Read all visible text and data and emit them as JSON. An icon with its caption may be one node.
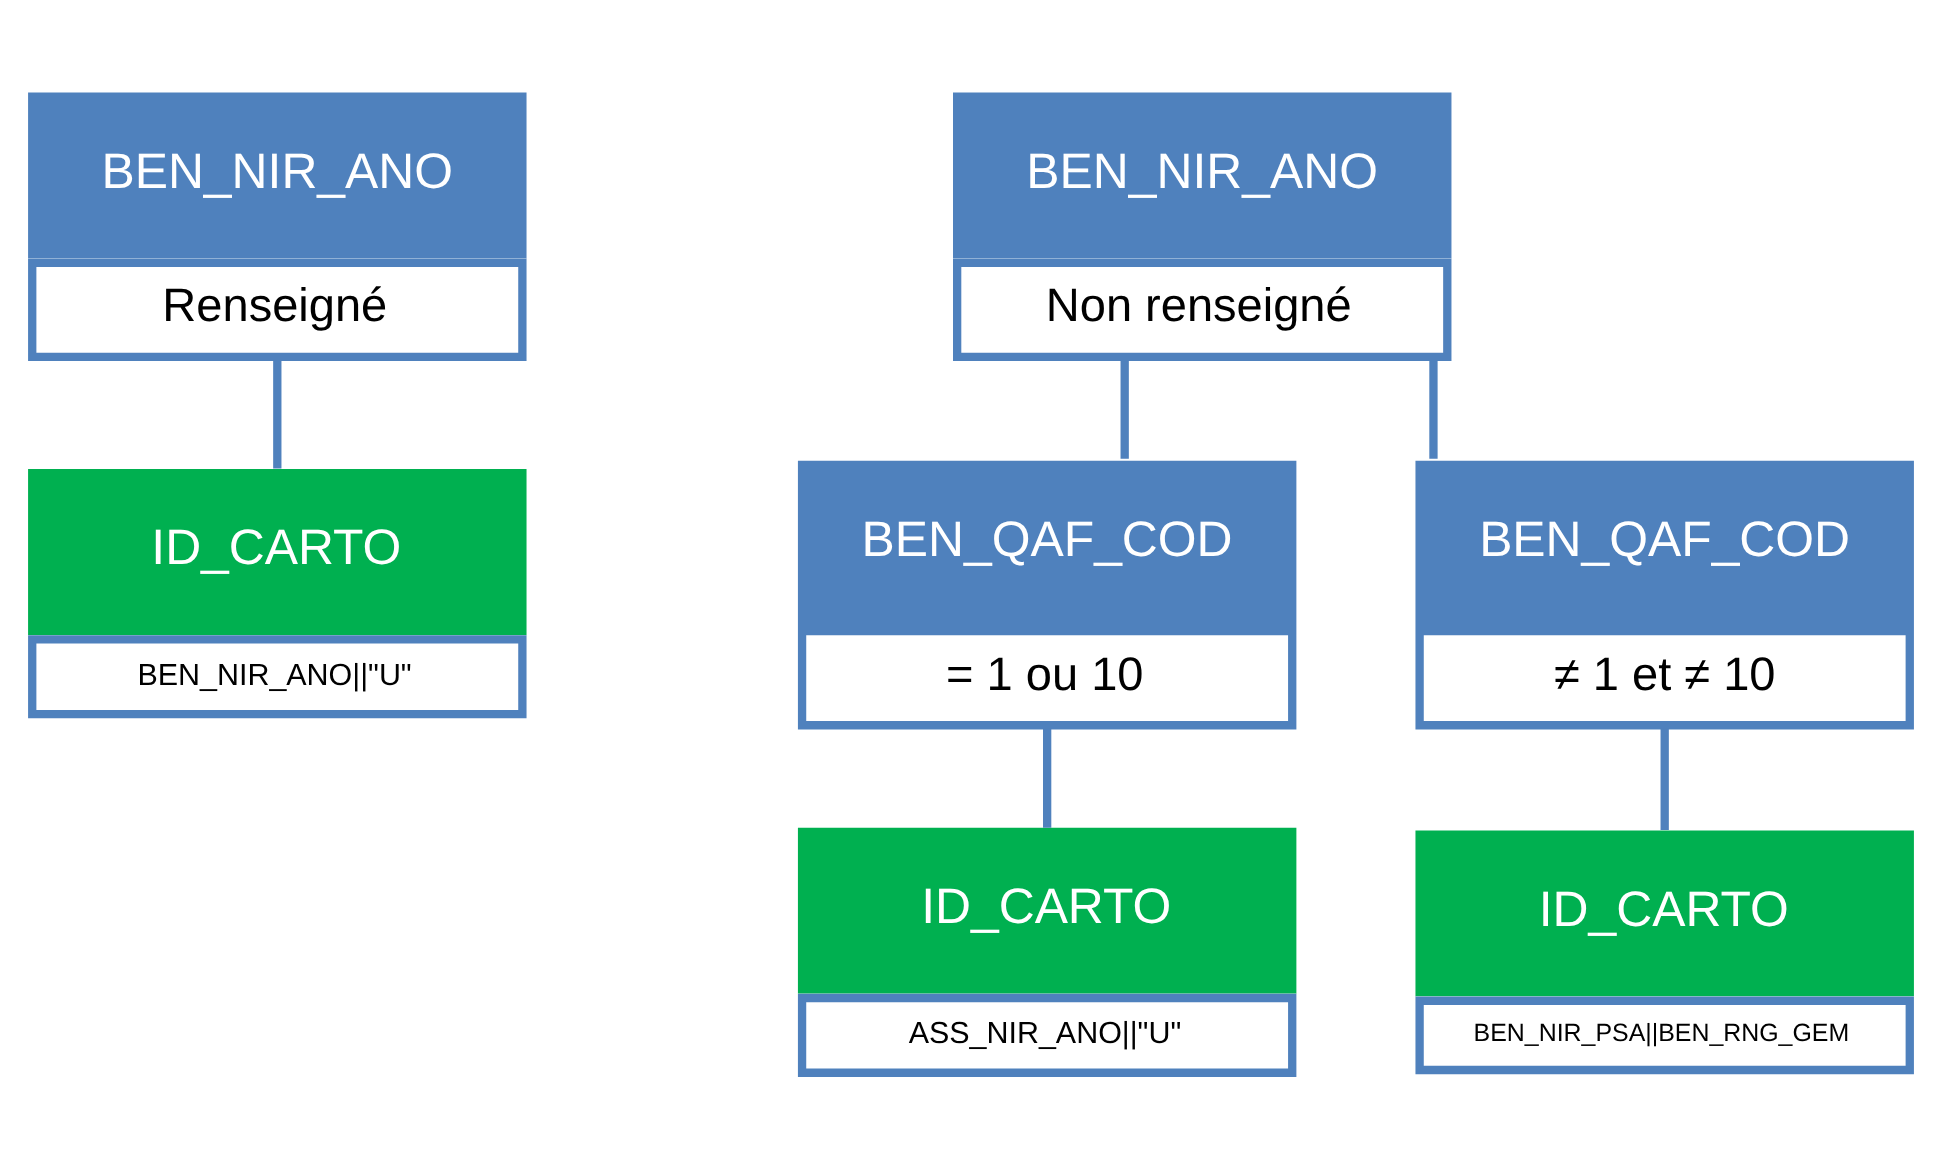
{
  "diagram": {
    "nodes": [
      {
        "text": [
          "BEN_NIR_ANO",
          "Renseigné"
        ]
      },
      {
        "text": [
          "ID_CARTO",
          "BEN_NIR_ANO||\"U\""
        ]
      },
      {
        "text": [
          "BEN_NIR_ANO",
          "Non renseigné"
        ]
      },
      {
        "text": [
          "BEN_QAF_COD",
          "= 1 ou 10"
        ]
      },
      {
        "text": [
          "BEN_QAF_COD",
          "≠ 1 et ≠ 10"
        ]
      },
      {
        "text": [
          "ID_CARTO",
          "ASS_NIR_ANO||\"U\""
        ]
      },
      {
        "text": [
          "ID_CARTO",
          "BEN_NIR_PSA||BEN_RNG_GEM"
        ]
      }
    ],
    "edges": [
      {
        "from": 0,
        "to": 1,
        "arrow": "none"
      },
      {
        "from": 2,
        "to": 3,
        "arrow": "none"
      },
      {
        "from": 2,
        "to": 4,
        "arrow": "none"
      },
      {
        "from": 3,
        "to": 5,
        "arrow": "none"
      },
      {
        "from": 4,
        "to": 6,
        "arrow": "none"
      }
    ]
  }
}
